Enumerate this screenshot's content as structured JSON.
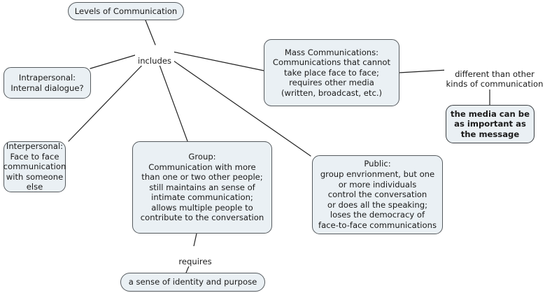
{
  "diagram": {
    "title": "Levels of Communication",
    "type": "concept-map",
    "background_color": "#ffffff",
    "node_fill_color": "#eaf0f4",
    "node_border_color": "#555a5e",
    "edge_color": "#222222",
    "text_color": "#1a1a1a"
  },
  "nodes": {
    "root": {
      "label": "Levels of Communication"
    },
    "intrapersonal": {
      "label": "Intrapersonal:\nInternal dialogue?"
    },
    "mass_communications": {
      "label": "Mass Communications:\nCommunications that cannot\ntake place face to face;\nrequires other media\n(written, broadcast, etc.)"
    },
    "interpersonal": {
      "label": "Interpersonal:\nFace to face\ncommunication\nwith someone else"
    },
    "group": {
      "label": "Group:\nCommunication with more\nthan one or two other people;\nstill maintains an sense of\nintimate communication;\nallows multiple people to\ncontribute to the conversation"
    },
    "public": {
      "label": "Public:\ngroup envrionment, but one\nor more individuals\ncontrol the conversation\nor does all the speaking;\nloses the democracy of\nface-to-face communications"
    },
    "media_message": {
      "label": "the media can be\nas important as\nthe message"
    },
    "identity_purpose": {
      "label": "a sense of identity and purpose"
    }
  },
  "link_labels": {
    "includes": {
      "label": "includes"
    },
    "different_than": {
      "label": "different than other\nkinds of communication"
    },
    "requires": {
      "label": "requires"
    }
  },
  "edges": [
    {
      "from": "root",
      "to": "includes"
    },
    {
      "from": "includes",
      "to": "intrapersonal"
    },
    {
      "from": "includes",
      "to": "mass_communications"
    },
    {
      "from": "includes",
      "to": "interpersonal"
    },
    {
      "from": "includes",
      "to": "group"
    },
    {
      "from": "includes",
      "to": "public"
    },
    {
      "from": "mass_communications",
      "to": "different_than"
    },
    {
      "from": "different_than",
      "to": "media_message"
    },
    {
      "from": "group",
      "to": "requires"
    },
    {
      "from": "requires",
      "to": "identity_purpose"
    }
  ]
}
